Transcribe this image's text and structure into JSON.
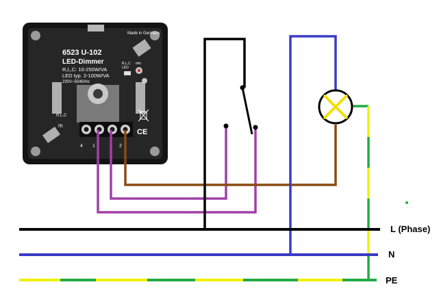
{
  "dimmer": {
    "made_in": "Made in Germany",
    "model": "6523 U-102",
    "name": "LED-Dimmer",
    "rlc_rating": "R,L,C: 10-250W/VA",
    "led_rating": "LED typ. 2-100W/VA",
    "supply": "230V~50/60Hz",
    "rlc_label": "R,L,C",
    "led_label": "LED",
    "min_label": "min",
    "rlc_small": "R,L,C",
    "m_label": "m",
    "ce_mark": "CE",
    "terminal_4": "4",
    "terminal_1": "1",
    "terminal_2": "2"
  },
  "labels": {
    "phase": "L (Phase)",
    "neutral": "N",
    "earth": "PE"
  },
  "colors": {
    "phase": "#000000",
    "neutral": "#3a3ac8",
    "earth_yellow": "#f0f000",
    "earth_green": "#22aa44",
    "switched": "#a040a8",
    "lamp_feed": "#8b4a12",
    "lamp_ring": "#000000",
    "lamp_cross": "#f0e000",
    "dimmer_body": "#1c1c1c"
  },
  "icons": {
    "lamp": "lamp-symbol-icon",
    "switch": "two-way-switch-icon",
    "ce": "ce-mark-icon",
    "recycle": "crossed-bin-icon"
  }
}
